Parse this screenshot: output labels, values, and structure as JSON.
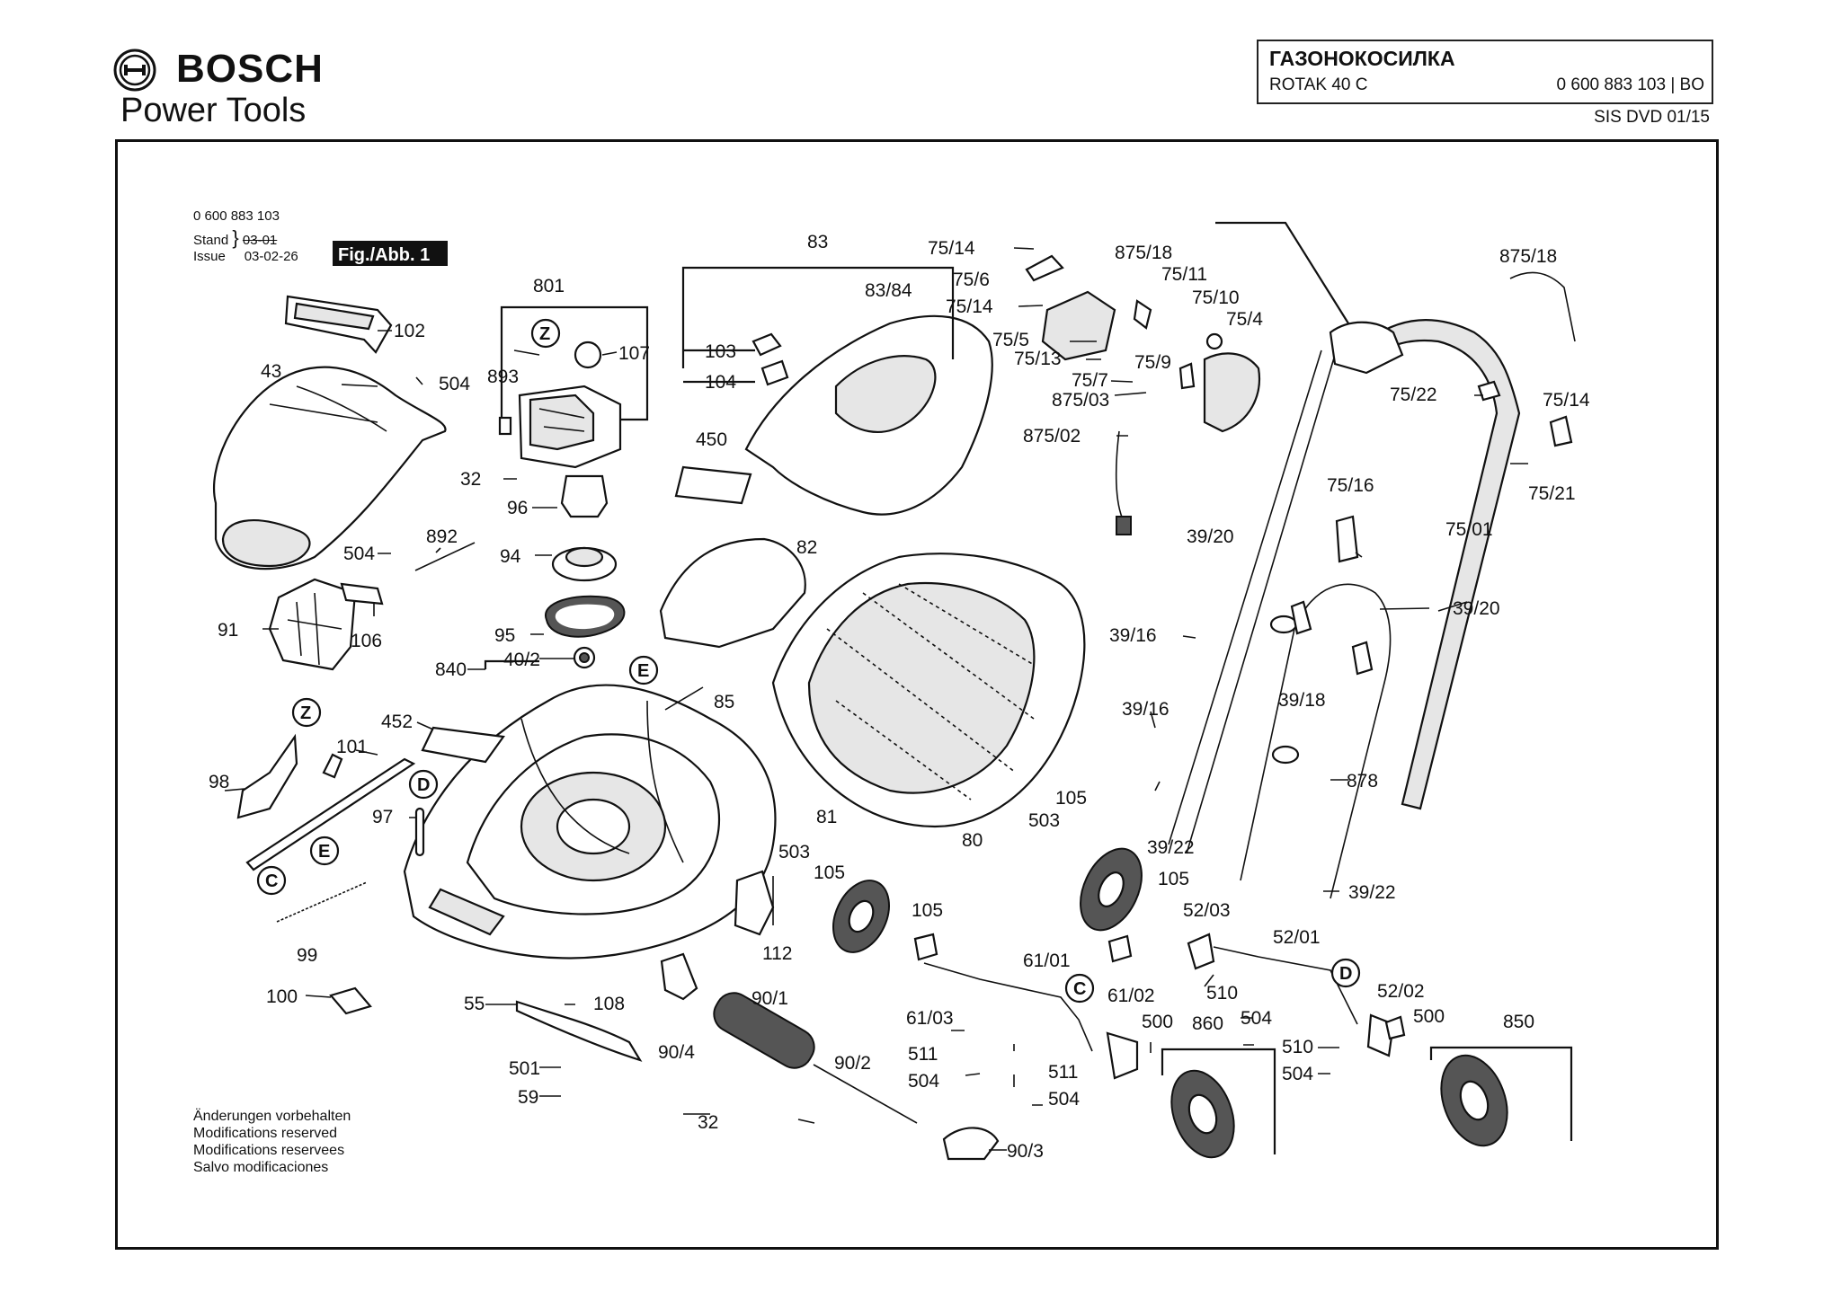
{
  "brand": {
    "name": "BOSCH",
    "tagline": "Power Tools",
    "logo_icon": "bosch-armature-logo-icon"
  },
  "title_block": {
    "title": "ГАЗОНОКОСИЛКА",
    "model": "ROTAK 40 C",
    "part_number": "0 600 883 103 | BO",
    "revision": "SIS DVD 01/15"
  },
  "sheet_meta": {
    "number": "0 600 883 103",
    "stand_label": "Stand",
    "stand_value": "03-01",
    "issue_label": "Issue",
    "issue_value": "03-02-26",
    "fig_label": "Fig./Abb. 1"
  },
  "notes": [
    "Änderungen vorbehalten",
    "Modifications reserved",
    "Modifications reservees",
    "Salvo modificaciones"
  ],
  "reference_circles": [
    "Z",
    "Z",
    "E",
    "E",
    "D",
    "D",
    "C",
    "C"
  ],
  "part_labels": [
    "102",
    "43",
    "504",
    "504",
    "91",
    "106",
    "892",
    "801",
    "893",
    "107",
    "32",
    "96",
    "94",
    "95",
    "40/2",
    "840",
    "452",
    "98",
    "101",
    "97",
    "99",
    "100",
    "55",
    "108",
    "501",
    "59",
    "32",
    "83",
    "83/84",
    "103",
    "104",
    "450",
    "82",
    "85",
    "81",
    "80",
    "112",
    "503",
    "105",
    "105",
    "90/1",
    "90/4",
    "90/2",
    "90/3",
    "61/01",
    "61/03",
    "61/02",
    "511",
    "504",
    "511",
    "504",
    "500",
    "860",
    "75/14",
    "75/6",
    "75/14",
    "75/5",
    "75/13",
    "875/18",
    "75/11",
    "75/10",
    "75/4",
    "75/9",
    "75/7",
    "875/03",
    "875/02",
    "875/18",
    "75/22",
    "75/14",
    "75/21",
    "75/16",
    "75/01",
    "39/20",
    "39/20",
    "39/16",
    "39/18",
    "39/16",
    "878",
    "503",
    "105",
    "39/22",
    "39/22",
    "105",
    "52/03",
    "52/01",
    "510",
    "504",
    "52/02",
    "500",
    "510",
    "504",
    "850"
  ]
}
